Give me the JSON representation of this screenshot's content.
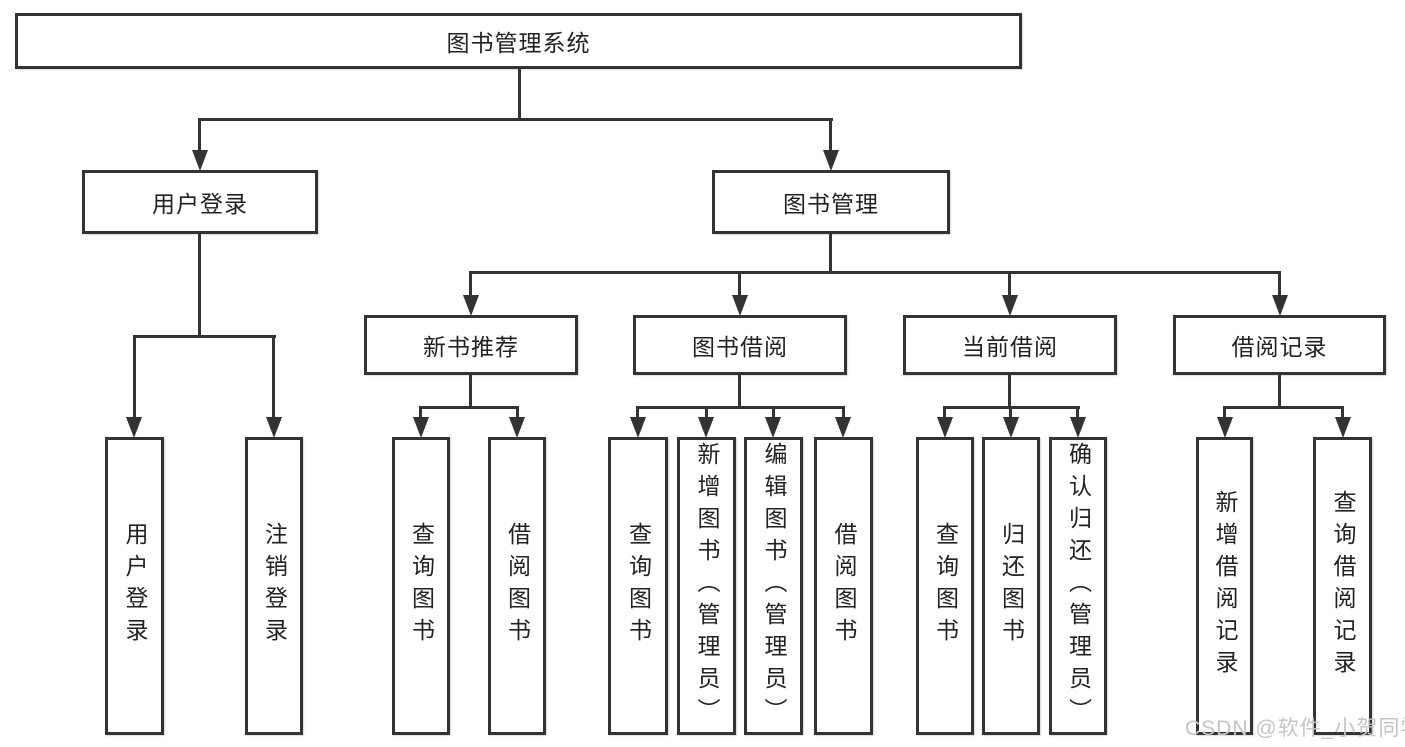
{
  "title": "图书管理系统",
  "watermark": "CSDN @软件_小贺同学",
  "colors": {
    "line": "#333333",
    "text": "#222222",
    "box_background": "#ffffff",
    "watermark": "#c5c5c5"
  },
  "nodes": {
    "root": "图书管理系统",
    "user_login": "用户登录",
    "book_mgmt": "图书管理",
    "login": "用户登录",
    "logout": "注销登录",
    "new_book": "新书推荐",
    "book_borrow": "图书借阅",
    "current_borrow": "当前借阅",
    "borrow_records": "借阅记录",
    "nb_query": "查询图书",
    "nb_borrow": "借阅图书",
    "bb_query": "查询图书",
    "bb_add": "新增图书（管理员）",
    "bb_edit": "编辑图书（管理员）",
    "bb_borrow": "借阅图书",
    "cb_query": "查询图书",
    "cb_return": "归还图书",
    "cb_confirm": "确认归还（管理员）",
    "br_add": "新增借阅记录",
    "br_query": "查询借阅记录"
  }
}
